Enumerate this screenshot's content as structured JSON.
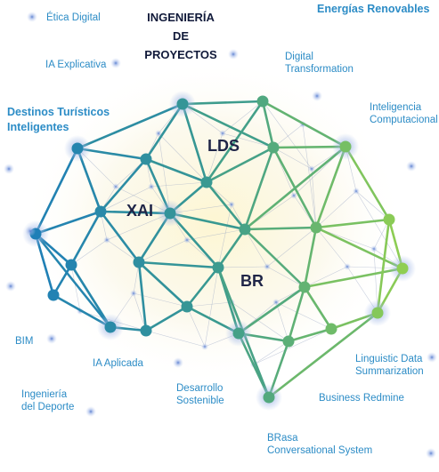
{
  "title": {
    "line1": "INGENIERÍA",
    "line2": "DE",
    "line3": "PROYECTOS"
  },
  "clusters": {
    "lds": "LDS",
    "xai": "XAI",
    "br": "BR"
  },
  "colors": {
    "label": "#2c8cc6",
    "title": "#111a3a",
    "left": "#1f7fb7",
    "mid": "#3a9a90",
    "right": "#8fce52"
  },
  "labels": {
    "etica": "Ética Digital",
    "energias": "Energías Renovables",
    "ia_explicativa": "IA Explicativa",
    "digital": "Digital\nTransformation",
    "destinos": "Destinos Turísticos\nInteligentes",
    "inteligencia": "Inteligencia\nComputacional",
    "bim": "BIM",
    "ia_aplicada": "IA Aplicada",
    "linguistic": "Linguistic Data\nSummarization",
    "ingenieria_deporte": "Ingeniería\ndel Deporte",
    "desarrollo": "Desarrollo\nSostenible",
    "business": "Business Redmine",
    "brasa": "BRasa\nConversational System"
  }
}
